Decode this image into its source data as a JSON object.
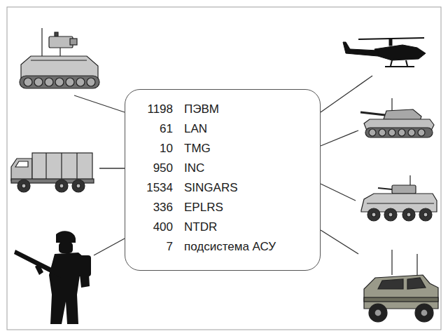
{
  "diagram": {
    "nodes": [
      {
        "text": [
          "1198",
          "ПЭВМ",
          "61",
          "LAN",
          "10",
          "TMG",
          "950",
          "INC",
          "1534",
          "SINGARS",
          "336",
          "EPLRS",
          "400",
          "NTDR",
          "7",
          "подсистема АСУ"
        ]
      }
    ]
  }
}
